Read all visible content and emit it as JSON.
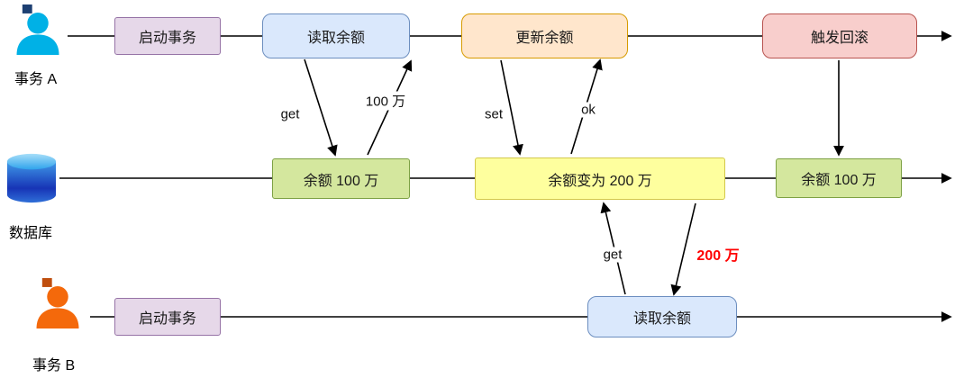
{
  "colors": {
    "purple_fill": "#e6d8e9",
    "purple_border": "#9673a6",
    "blue_fill": "#dae8fc",
    "blue_border": "#6c8ebf",
    "orange_fill": "#ffe6cc",
    "orange_border": "#d79b00",
    "red_fill": "#f8cecc",
    "red_border": "#b85450",
    "green_fill": "#d4e79e",
    "green_border": "#7da144",
    "yellow_fill": "#feff9e",
    "yellow_border": "#d3c84b",
    "line": "#000000",
    "highlight_text": "#ff0000",
    "actor_a": "#00b1e6",
    "actor_b": "#f4690b"
  },
  "lanes": {
    "a": {
      "label": "事务 A"
    },
    "db": {
      "label": "数据库"
    },
    "b": {
      "label": "事务 B"
    }
  },
  "nodes": {
    "a_start": "启动事务",
    "a_read": "读取余额",
    "a_update": "更新余额",
    "a_rollback": "触发回滚",
    "db_balance_100_first": "余额 100 万",
    "db_balance_200": "余额变为 200 万",
    "db_balance_100_second": "余额 100 万",
    "b_start": "启动事务",
    "b_read": "读取余额"
  },
  "edge_labels": {
    "a_get": "get",
    "a_return": "100 万",
    "a_set": "set",
    "a_ok": "ok",
    "b_get": "get",
    "b_return": "200 万"
  }
}
